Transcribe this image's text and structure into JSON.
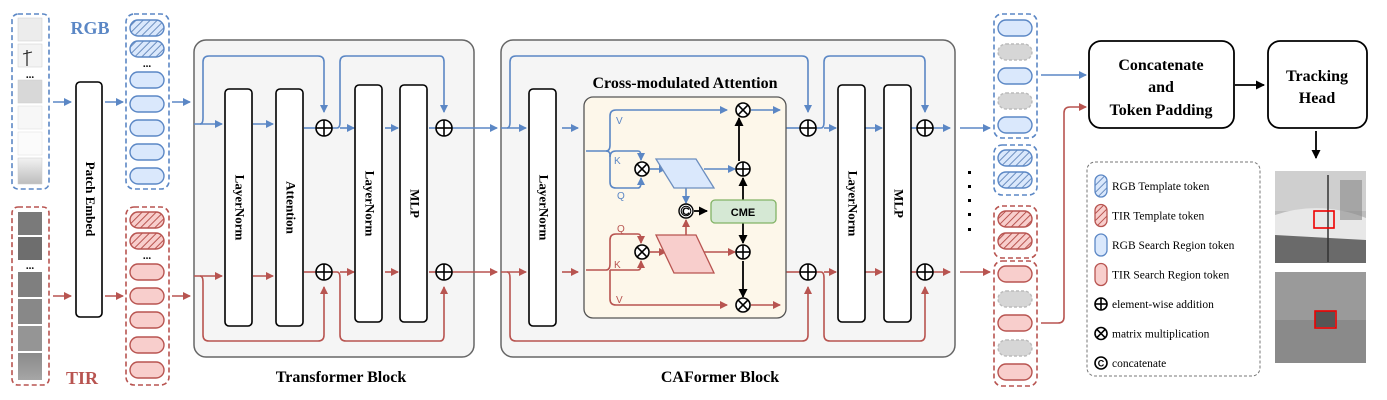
{
  "labels": {
    "rgb": "RGB",
    "tir": "TIR",
    "patch_embed": "Patch Embed",
    "transformer_block": "Transformer Block",
    "caformer_block": "CAFormer Block",
    "cross_modulated_attention": "Cross-modulated Attention",
    "layernorm": "LayerNorm",
    "attention": "Attention",
    "mlp": "MLP",
    "cme": "CME",
    "concat_line1": "Concatenate",
    "concat_line2": "and",
    "concat_line3": "Token Padding",
    "head_line1": "Tracking",
    "head_line2": "Head",
    "ellipsis": "...",
    "v": "V",
    "k": "K",
    "q": "Q",
    "c": "C"
  },
  "legend": [
    {
      "key": "rgb-template",
      "label": "RGB Template token"
    },
    {
      "key": "tir-template",
      "label": "TIR Template token"
    },
    {
      "key": "rgb-search",
      "label": "RGB Search Region token"
    },
    {
      "key": "tir-search",
      "label": "TIR Search Region token"
    },
    {
      "key": "add",
      "label": "element-wise addition"
    },
    {
      "key": "mul",
      "label": "matrix multiplication"
    },
    {
      "key": "concat",
      "label": "concatenate"
    }
  ],
  "colors": {
    "rgb": "#5b87c5",
    "rgb_fill": "#dae8fc",
    "tir": "#b85450",
    "tir_fill": "#f8cecc",
    "block_bg": "#f5f5f5",
    "attn_bg": "#fdf7ea",
    "cme_fill": "#d5e8d4",
    "cme_stroke": "#82b366",
    "dropped": "#d6d6d6"
  }
}
